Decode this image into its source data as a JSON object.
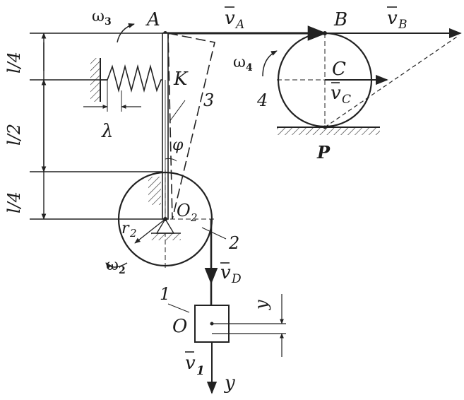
{
  "labels": {
    "point_a": "A",
    "point_b": "B",
    "point_c": "C",
    "point_k": "K",
    "point_p": "P",
    "point_o": "O",
    "point_o2": "O",
    "point_o2_sub": "2",
    "omega3": "ω",
    "omega3_sub": "3",
    "omega4": "ω",
    "omega4_sub": "4",
    "omega2": "ω",
    "omega2_sub": "2",
    "va": "v",
    "va_sub": "A",
    "vb": "v",
    "vb_sub": "B",
    "vc": "v",
    "vc_sub": "C",
    "vd": "v",
    "vd_sub": "D",
    "v1": "v",
    "v1_sub": "1",
    "num_1": "1",
    "num_2": "2",
    "num_3": "3",
    "num_4": "4",
    "phi": "φ",
    "lambda": "λ",
    "r2": "r",
    "r2_sub": "2",
    "y_axis": "y",
    "y_dim": "y",
    "dim_top": "l/4",
    "dim_mid": "l/2",
    "dim_bottom": "l/4"
  }
}
